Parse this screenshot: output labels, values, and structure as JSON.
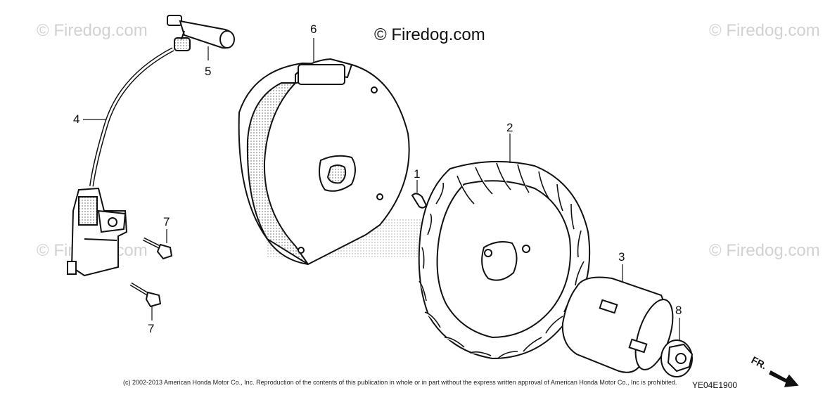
{
  "watermarks": {
    "main": "© Firedog.com",
    "faint": "© Firedog.com"
  },
  "callouts": {
    "p1": "1",
    "p2": "2",
    "p3": "3",
    "p4": "4",
    "p5": "5",
    "p6": "6",
    "p7a": "7",
    "p7b": "7",
    "p8": "8"
  },
  "footer": {
    "copyright": "(c) 2002-2013 American Honda Motor Co., Inc. Reproduction of the contents of this publication in whole or in part without the express written approval of American Honda Motor Co., Inc is prohibited.",
    "diagram_code": "YE04E1900",
    "direction": "FR."
  },
  "colors": {
    "line": "#111111",
    "watermark": "#d2d2d2"
  }
}
